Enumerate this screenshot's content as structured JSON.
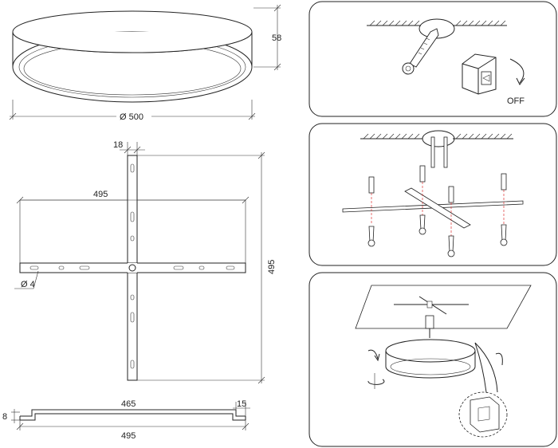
{
  "dimensions": {
    "height": "58",
    "diameter": "Ø 500",
    "bracket_width": "18",
    "bracket_length": "495",
    "hole_diameter": "Ø 4",
    "bracket_height": "495",
    "inner_length": "465",
    "offset": "15",
    "thickness": "8",
    "total_length": "495"
  },
  "steps": {
    "step1_label": "OFF"
  }
}
